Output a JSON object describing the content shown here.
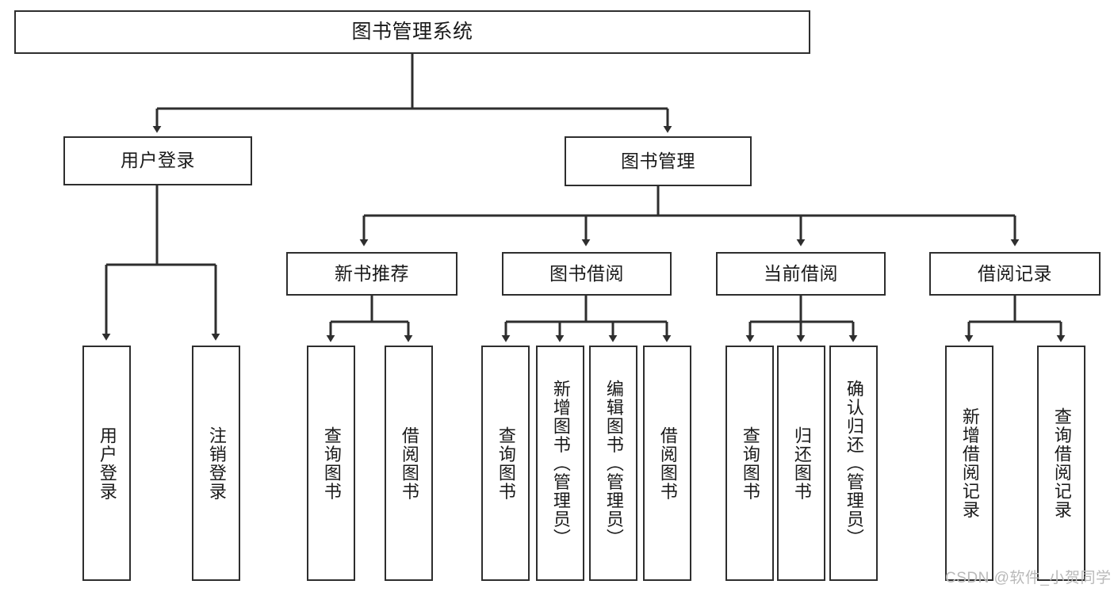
{
  "diagram": {
    "type": "tree-hierarchy-chart",
    "title": "图书管理系统",
    "colors": {
      "stroke": "#2e2e2e",
      "fill": "#ffffff",
      "text": "#1a1a1a",
      "watermark": "#b9b9b9"
    },
    "nodes": {
      "root": {
        "label": "图书管理系统"
      },
      "level2": [
        {
          "label": "用户登录"
        },
        {
          "label": "图书管理"
        }
      ],
      "level3": [
        {
          "label": "新书推荐"
        },
        {
          "label": "图书借阅"
        },
        {
          "label": "当前借阅"
        },
        {
          "label": "借阅记录"
        }
      ],
      "leaves_user_login": [
        {
          "label": "用户登录"
        },
        {
          "label": "注销登录"
        }
      ],
      "leaves_new_book": [
        {
          "label": "查询图书"
        },
        {
          "label": "借阅图书"
        }
      ],
      "leaves_borrow": [
        {
          "label": "查询图书"
        },
        {
          "label": "新增图书（管理员）"
        },
        {
          "label": "编辑图书（管理员）"
        },
        {
          "label": "借阅图书"
        }
      ],
      "leaves_current": [
        {
          "label": "查询图书"
        },
        {
          "label": "归还图书"
        },
        {
          "label": "确认归还（管理员）"
        }
      ],
      "leaves_records": [
        {
          "label": "新增借阅记录"
        },
        {
          "label": "查询借阅记录"
        }
      ]
    }
  },
  "watermark": {
    "text": "CSDN @软件_小贺同学"
  }
}
